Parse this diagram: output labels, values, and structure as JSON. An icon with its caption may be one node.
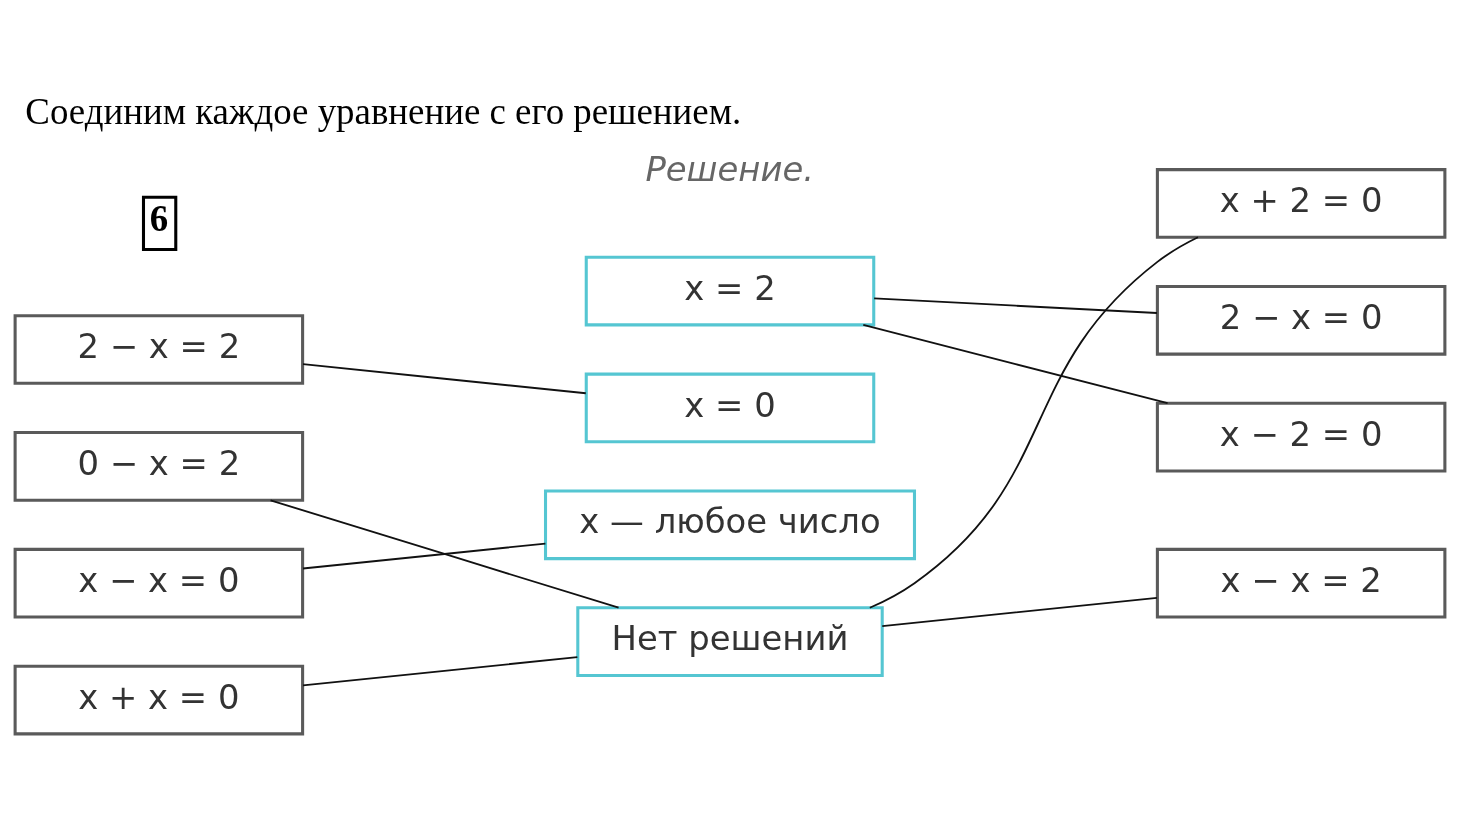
{
  "diagram": {
    "title": "Соединим каждое уравнение с его решением.",
    "nodes": [
      {
        "text": [
          "2 − x = 2"
        ]
      },
      {
        "text": [
          "0 − x = 2"
        ]
      },
      {
        "text": [
          "x − x = 0"
        ]
      },
      {
        "text": [
          "x + x = 0"
        ]
      },
      {
        "text": [
          "x = 2"
        ]
      },
      {
        "text": [
          "x = 0"
        ]
      },
      {
        "text": [
          "x — любое число"
        ]
      },
      {
        "text": [
          "Нет решений"
        ]
      },
      {
        "text": [
          "x + 2 = 0"
        ]
      },
      {
        "text": [
          "2 − x = 0"
        ]
      },
      {
        "text": [
          "x − 2 = 0"
        ]
      },
      {
        "text": [
          "x − x = 2"
        ]
      }
    ],
    "edges": [
      {
        "from": 0,
        "to": 5,
        "arrow": "none"
      },
      {
        "from": 1,
        "to": 7,
        "arrow": "none"
      },
      {
        "from": 2,
        "to": 6,
        "arrow": "none"
      },
      {
        "from": 3,
        "to": 7,
        "arrow": "none"
      },
      {
        "from": 4,
        "to": 9,
        "arrow": "none"
      },
      {
        "from": 4,
        "to": 10,
        "arrow": "none"
      },
      {
        "from": 7,
        "to": 8,
        "arrow": "none"
      },
      {
        "from": 7,
        "to": 11,
        "arrow": "none"
      }
    ],
    "labels": [
      "6",
      "Решение."
    ]
  }
}
